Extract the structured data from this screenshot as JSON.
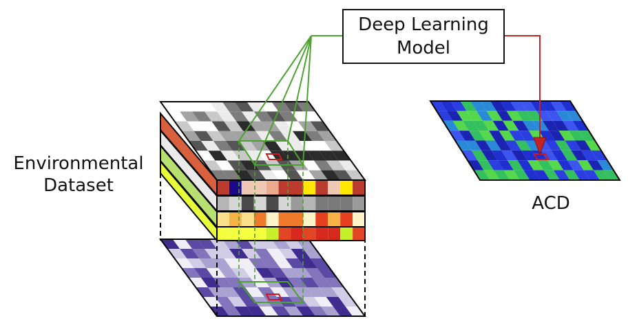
{
  "model_box": {
    "line1": "Deep Learning",
    "line2": "Model"
  },
  "env_label": {
    "line1": "Environmental",
    "line2": "Dataset"
  },
  "acd_label": "ACD",
  "colors": {
    "model_connector": "#4ca22f",
    "output_arrow": "#c22424",
    "focus_cell": "#d01818",
    "outline": "#000000"
  },
  "layers": [
    {
      "name": "grayscale-layer",
      "palette": [
        "#2b2b2b",
        "#555555",
        "#7d7d7d",
        "#a3a3a3",
        "#c9c9c9",
        "#ececec",
        "#ffffff"
      ]
    },
    {
      "name": "red-blue-layer",
      "palette": [
        "#ba3a2e",
        "#d35a3e",
        "#e07a52",
        "#ecab8e",
        "#f0c9b5",
        "#1a0a8a",
        "#ffe800"
      ]
    },
    {
      "name": "gray-layer",
      "palette": [
        "#4a4a4a",
        "#7a7a7a",
        "#9a9a9a",
        "#b5b5b5",
        "#d6d6d6"
      ]
    },
    {
      "name": "heat-layer",
      "palette": [
        "#e54020",
        "#f07a2c",
        "#f6b245",
        "#fbe08c",
        "#fff3c8"
      ]
    },
    {
      "name": "lime-red-layer",
      "palette": [
        "#d82a1c",
        "#e24624",
        "#f08a26",
        "#c7ef2a",
        "#f4ff40"
      ]
    },
    {
      "name": "purple-layer",
      "palette": [
        "#3f2c8e",
        "#5a4aa4",
        "#8275bb",
        "#aaa2d1",
        "#d2cde6",
        "#f0eef7"
      ]
    }
  ],
  "acd_palette": [
    "#1f2fd0",
    "#2b3fe0",
    "#3b55ee",
    "#2a8ad8",
    "#35c060",
    "#56d84c",
    "#1a24b0"
  ]
}
